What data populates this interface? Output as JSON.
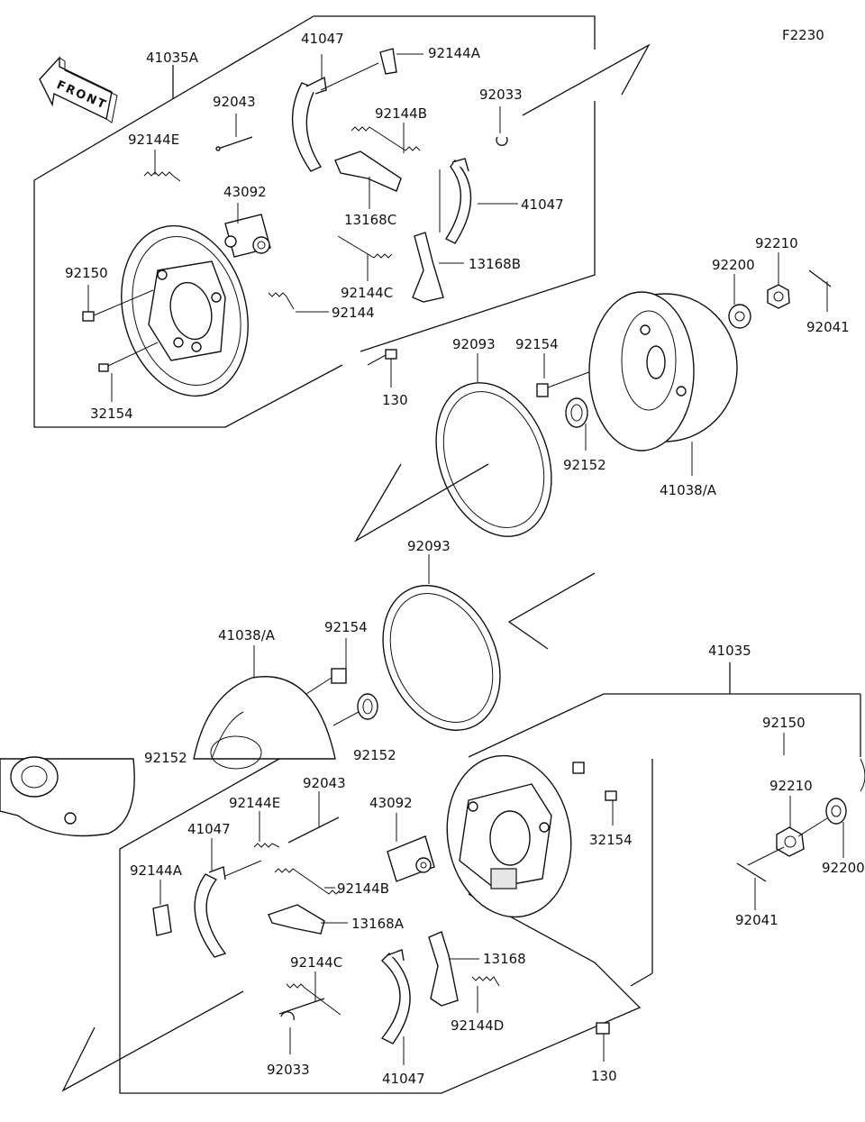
{
  "diagram_code": "F2230",
  "front_label": "FRONT",
  "upper": {
    "l_41035A": "41035A",
    "l_41047_top": "41047",
    "l_92144A": "92144A",
    "l_92043": "92043",
    "l_92144B": "92144B",
    "l_92033": "92033",
    "l_92144E": "92144E",
    "l_43092": "43092",
    "l_13168C": "13168C",
    "l_41047_right": "41047",
    "l_13168B": "13168B",
    "l_92150": "92150",
    "l_92144C": "92144C",
    "l_92144": "92144",
    "l_32154": "32154",
    "l_130": "130",
    "l_92093": "92093",
    "l_92154": "92154",
    "l_92210": "92210",
    "l_92200": "92200",
    "l_92041": "92041",
    "l_92152": "92152",
    "l_41038A": "41038/A"
  },
  "lower": {
    "l_92093": "92093",
    "l_41038A": "41038/A",
    "l_92154": "92154",
    "l_92152": "92152",
    "l_92152_cut": "92152",
    "l_41035": "41035",
    "l_92150": "92150",
    "l_92043": "92043",
    "l_92144E": "92144E",
    "l_41047_top": "41047",
    "l_43092": "43092",
    "l_32154": "32154",
    "l_92210": "92210",
    "l_92144A": "92144A",
    "l_92144B": "92144B",
    "l_13168A": "13168A",
    "l_92200": "92200",
    "l_13168": "13168",
    "l_92144C": "92144C",
    "l_92041": "92041",
    "l_92144D": "92144D",
    "l_92033": "92033",
    "l_41047_bottom": "41047",
    "l_130": "130"
  }
}
